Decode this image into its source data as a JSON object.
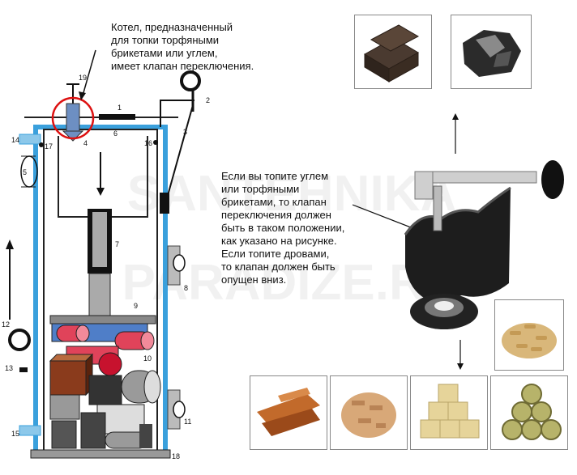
{
  "caption_top": "Котел, предназначенный\nдля топки торфяными\nбрикетами или углем,\nимеет клапан переключения.",
  "caption_right": "Если вы топите углем\nили торфяными\nбрикетами, то клапан\nпереключения должен\nбыть в таком положении,\nкак указано на рисунке.\nЕсли топите дровами,\nто клапан должен быть\nопущен вниз.",
  "watermark_line1": "SANTEHNIKA",
  "watermark_line2": "PARADIZE.RU",
  "part_numbers": {
    "n1": "1",
    "n2": "2",
    "n3": "3",
    "n4": "4",
    "n5": "5",
    "n6": "6",
    "n7": "7",
    "n8": "8",
    "n9": "9",
    "n10": "10",
    "n11": "11",
    "n12": "12",
    "n13": "13",
    "n14": "14",
    "n15": "15",
    "n16": "16",
    "n17": "17",
    "n18": "18",
    "n19": "19"
  },
  "photos": {
    "top_left": "peat-briquettes",
    "top_right": "coal",
    "pellets": "wood-pellets",
    "bottom": [
      "firewood",
      "wood-chips",
      "sawdust-briquettes",
      "peat-briquettes-round"
    ]
  },
  "colors": {
    "boiler_outline": "#3aa0dc",
    "highlight_circle": "#d11",
    "red_pipe": "#e0435a",
    "brown_block": "#8a3b1c",
    "dark_gray": "#444444"
  }
}
